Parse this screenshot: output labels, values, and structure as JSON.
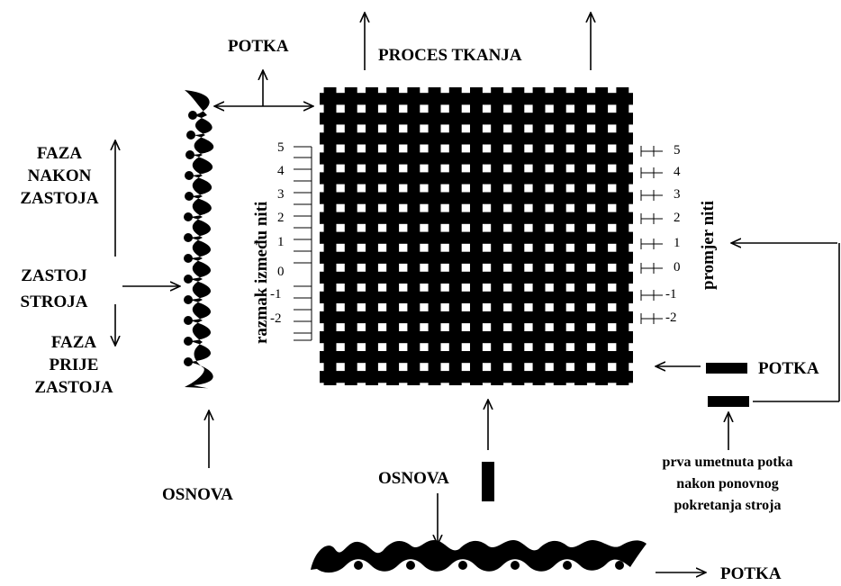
{
  "labels": {
    "potka_top": "POTKA",
    "proces_tkanja": "PROCES TKANJA",
    "faza_nakon": [
      "FAZA",
      "NAKON",
      "ZASTOJA"
    ],
    "zastoj_stroja": [
      "ZASTOJ",
      "STROJA"
    ],
    "faza_prije": [
      "FAZA",
      "PRIJE",
      "ZASTOJA"
    ],
    "osnova_left": "OSNOVA",
    "osnova_bottom": "OSNOVA",
    "potka_right": "POTKA",
    "potka_bottom": "POTKA",
    "prva_umetnuta": [
      "prva umetnuta potka",
      "nakon ponovnog",
      "pokretanja stroja"
    ],
    "razmak": "razmak između niti",
    "promjer": "promjer niti"
  },
  "scale_left": [
    "5",
    "4",
    "3",
    "2",
    "1",
    "0",
    "-1",
    "-2"
  ],
  "scale_right": [
    "5",
    "4",
    "3",
    "2",
    "1",
    "0",
    "-1",
    "-2"
  ],
  "colors": {
    "ink": "#000000",
    "background": "#ffffff"
  }
}
